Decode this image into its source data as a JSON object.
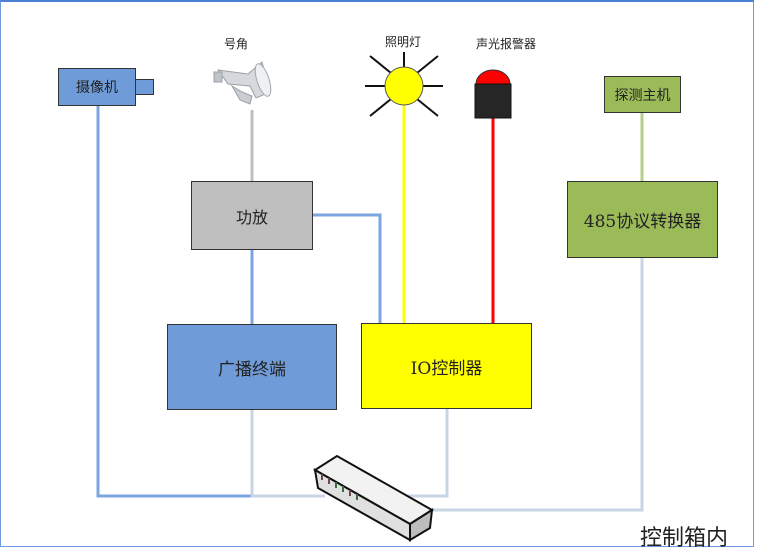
{
  "colors": {
    "camera_blue": "#6f9bd8",
    "amp_gray": "#bfbfbf",
    "io_yellow": "#ffff00",
    "green": "#9bbb59",
    "wire_blue": "#7aa5df",
    "wire_lightgray": "#c7d5e6",
    "wire_yellow": "#ffff00",
    "wire_red": "#ff0000",
    "wire_green": "#b5cf8a",
    "alarm_red": "#ff0000",
    "alarm_body": "#262626"
  },
  "nodes": {
    "camera": {
      "label": "摄像机"
    },
    "horn": {
      "label": "号角"
    },
    "light": {
      "label": "照明灯"
    },
    "alarm": {
      "label": "声光报警器"
    },
    "detector": {
      "label": "探测主机"
    },
    "amplifier": {
      "label": "功放"
    },
    "converter": {
      "label": "485协议转换器"
    },
    "broadcast_terminal": {
      "label": "广播终端"
    },
    "io_controller": {
      "label": "IO控制器"
    },
    "switch": {
      "label": ""
    }
  },
  "region_label": "控制箱内"
}
